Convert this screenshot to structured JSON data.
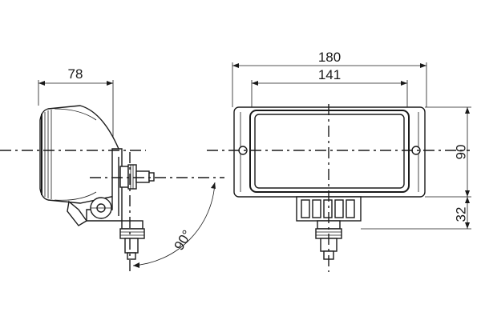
{
  "dimensions": {
    "side_depth": "78",
    "total_width": "180",
    "lens_width": "141",
    "housing_height": "90",
    "bracket_height": "32",
    "tilt_angle": "90°"
  },
  "colors": {
    "line": "#1a1a1a",
    "background": "#ffffff"
  }
}
